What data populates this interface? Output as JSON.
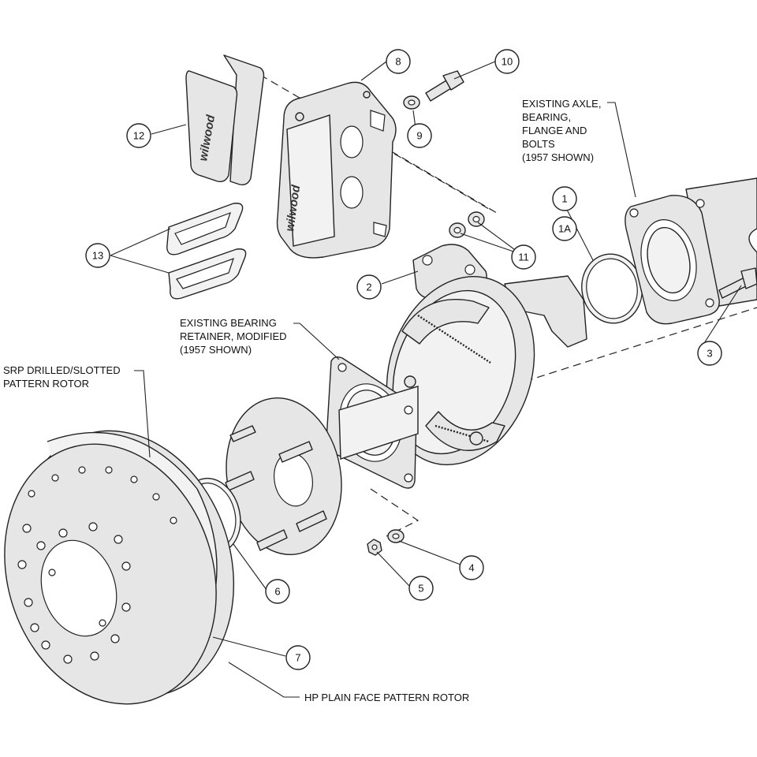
{
  "callouts": [
    {
      "id": "1",
      "text": "1"
    },
    {
      "id": "1a",
      "text": "1A"
    },
    {
      "id": "2",
      "text": "2"
    },
    {
      "id": "3",
      "text": "3"
    },
    {
      "id": "4",
      "text": "4"
    },
    {
      "id": "5",
      "text": "5"
    },
    {
      "id": "6",
      "text": "6"
    },
    {
      "id": "7",
      "text": "7"
    },
    {
      "id": "8",
      "text": "8"
    },
    {
      "id": "9",
      "text": "9"
    },
    {
      "id": "10",
      "text": "10"
    },
    {
      "id": "11",
      "text": "11"
    },
    {
      "id": "12",
      "text": "12"
    },
    {
      "id": "13",
      "text": "13"
    }
  ],
  "labels": {
    "axle": [
      "EXISTING AXLE,",
      "BEARING,",
      "FLANGE AND",
      "BOLTS",
      "(1957 SHOWN)"
    ],
    "retainer": [
      "EXISTING BEARING",
      "RETAINER, MODIFIED",
      "(1957 SHOWN)"
    ],
    "srp_rotor": [
      "SRP DRILLED/SLOTTED",
      "PATTERN ROTOR"
    ],
    "hp_rotor": "HP PLAIN FACE PATTERN ROTOR"
  },
  "logo": "wilwood"
}
